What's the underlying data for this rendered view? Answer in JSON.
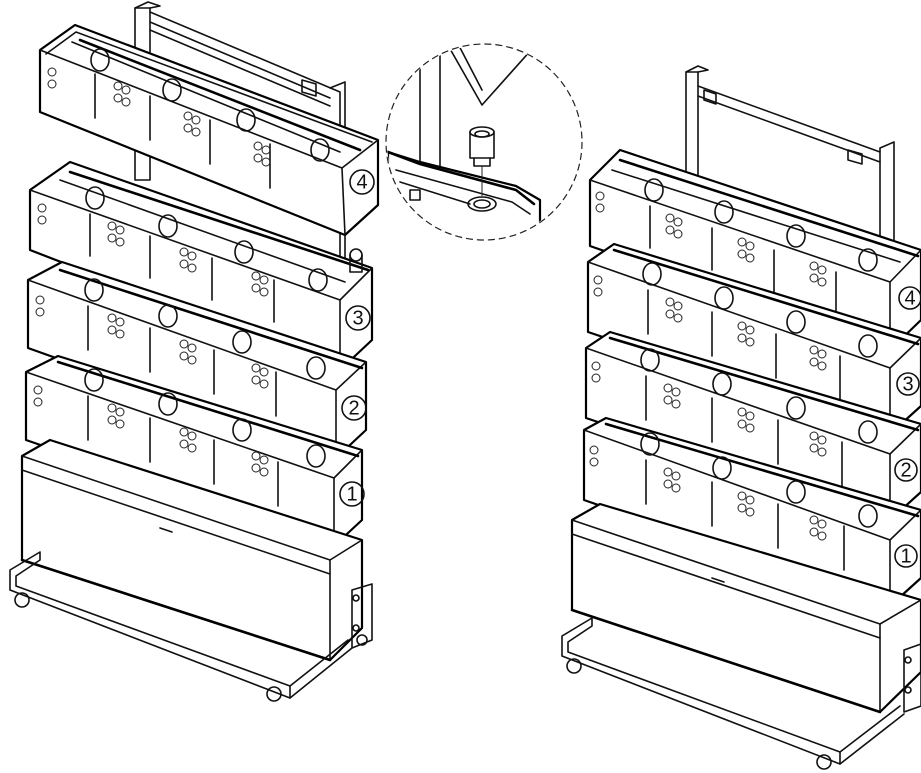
{
  "figure": {
    "background": "#ffffff",
    "line_color": "#000000",
    "left_unit": {
      "tiers": [
        "1",
        "2",
        "3",
        "4"
      ]
    },
    "right_unit": {
      "tiers": [
        "1",
        "2",
        "3",
        "4"
      ]
    },
    "detail_callout": {
      "parts": [
        "pipe-connector",
        "tray-outlet"
      ]
    }
  }
}
